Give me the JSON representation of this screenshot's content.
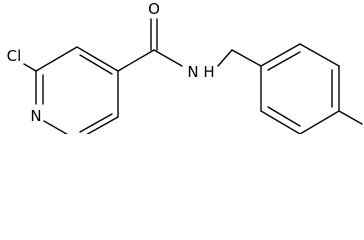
{
  "molecule": {
    "atoms": {
      "chlorine": "Cl",
      "ring_nitrogen": "N",
      "oxygen": "O",
      "amide_nitrogen": "N",
      "amide_hydrogen": "H"
    }
  }
}
